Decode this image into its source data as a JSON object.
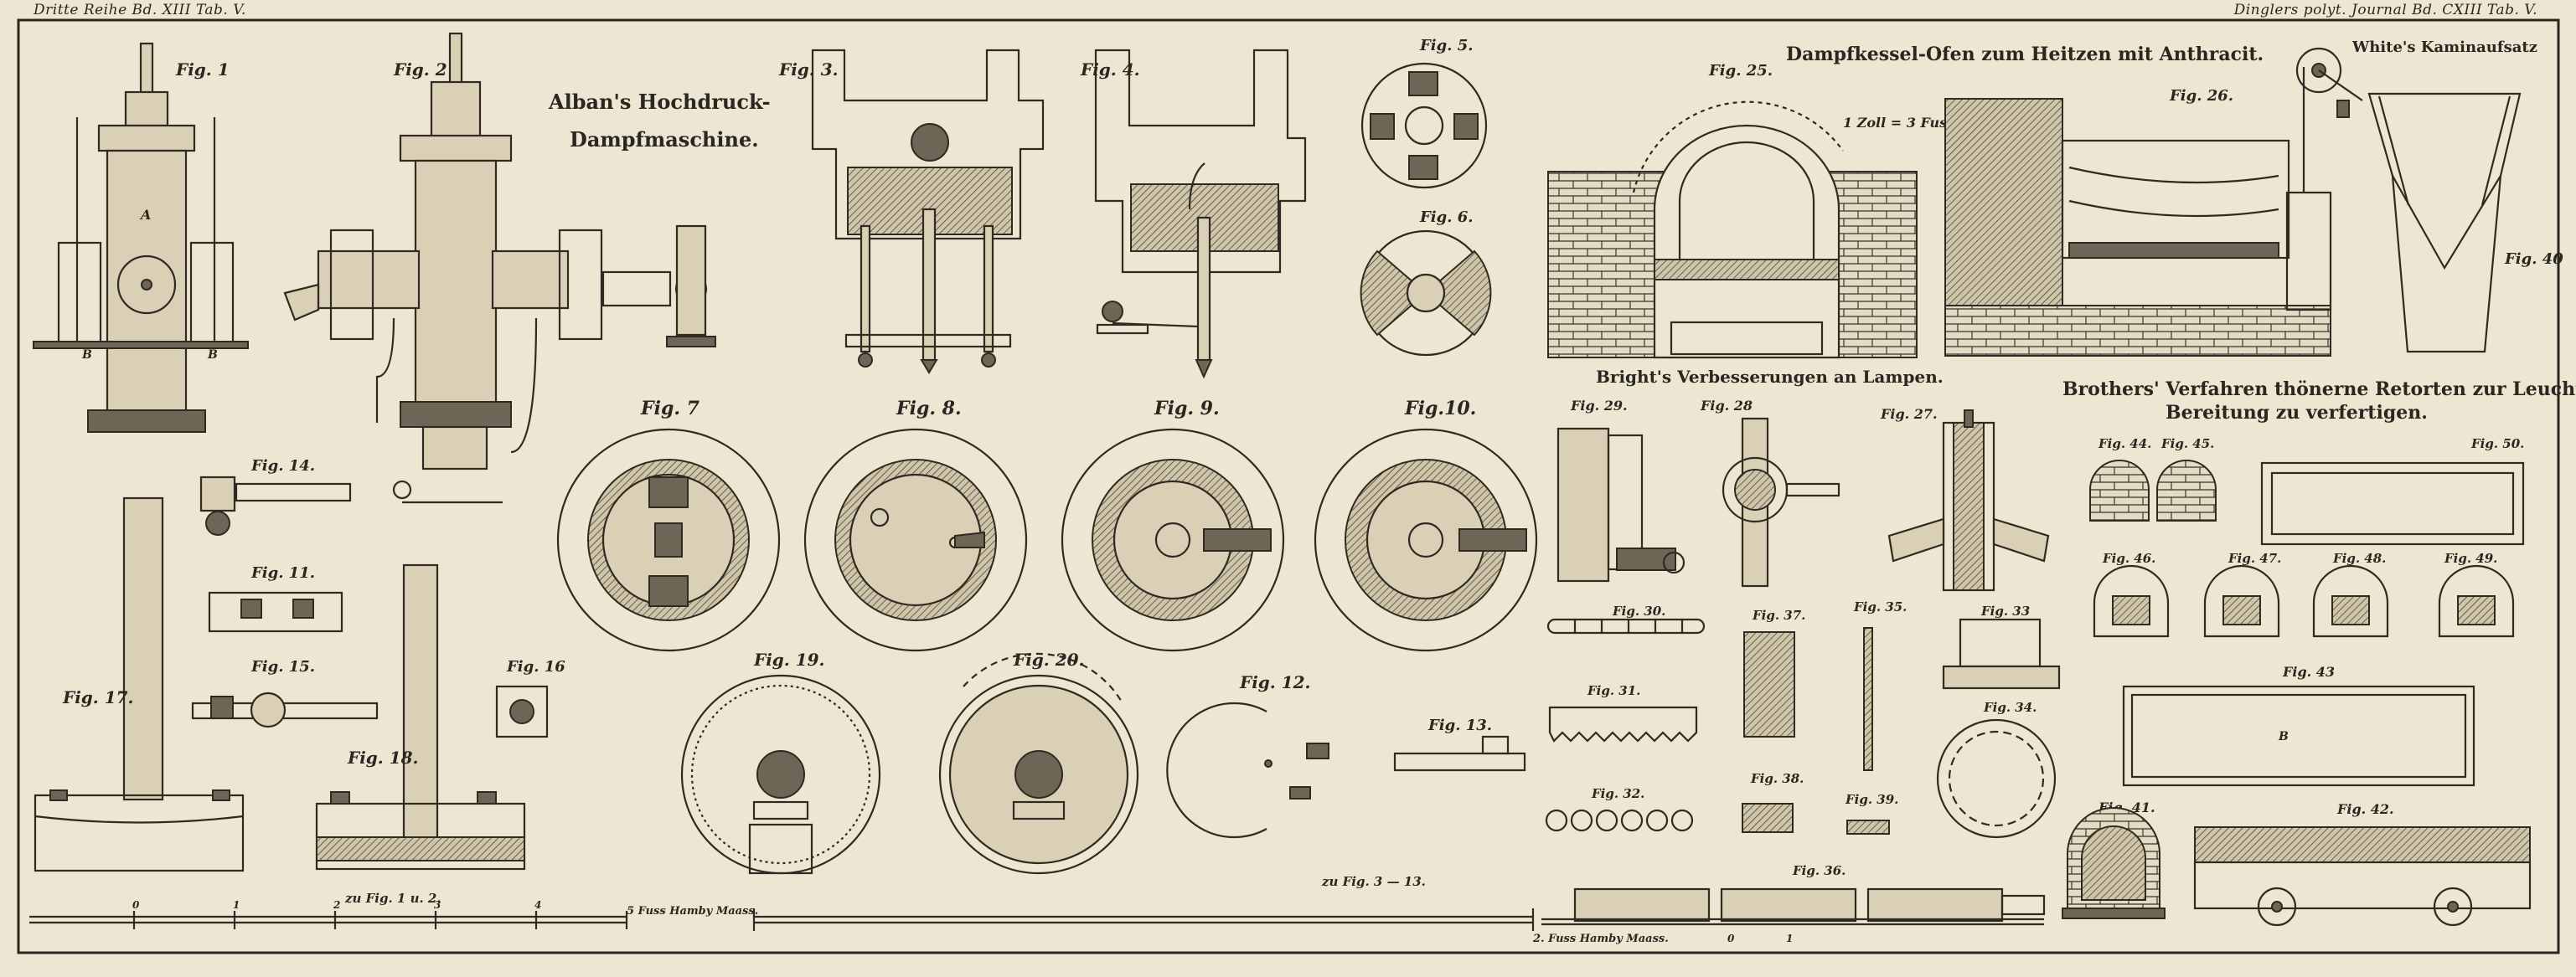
{
  "header": {
    "left": "Dritte Reihe Bd. XIII Tab. V.",
    "right": "Dinglers polyt. Journal Bd. CXIII Tab. V."
  },
  "titles": {
    "alban": [
      "Alban's Hochdruck-",
      "Dampfmaschine."
    ],
    "dampfkessel": "Dampfkessel-Ofen zum Heitzen mit Anthracit.",
    "scale_zoll": "1 Zoll = 3 Fuss",
    "white": "White's Kaminaufsatz",
    "bright": "Bright's Verbesserungen an Lampen.",
    "brothers": [
      "Brothers' Verfahren thönerne Retorten zur Leuchtgas-",
      "Bereitung zu verfertigen."
    ]
  },
  "figure_labels": {
    "fig1": "Fig. 1",
    "fig2": "Fig. 2",
    "fig3": "Fig. 3.",
    "fig4": "Fig. 4.",
    "fig5": "Fig. 5.",
    "fig6": "Fig. 6.",
    "fig7": "Fig. 7",
    "fig8": "Fig. 8.",
    "fig9": "Fig. 9.",
    "fig10": "Fig.10.",
    "fig11": "Fig. 11.",
    "fig12": "Fig. 12.",
    "fig13": "Fig. 13.",
    "fig14": "Fig. 14.",
    "fig15": "Fig. 15.",
    "fig16": "Fig. 16",
    "fig17": "Fig. 17.",
    "fig18": "Fig. 18.",
    "fig19": "Fig. 19.",
    "fig20": "Fig. 20.",
    "fig25": "Fig. 25.",
    "fig26": "Fig. 26.",
    "fig27": "Fig. 27.",
    "fig28": "Fig. 28",
    "fig29": "Fig. 29.",
    "fig30": "Fig. 30.",
    "fig31": "Fig. 31.",
    "fig32": "Fig. 32.",
    "fig33": "Fig. 33",
    "fig34": "Fig. 34.",
    "fig35": "Fig. 35.",
    "fig36": "Fig. 36.",
    "fig37": "Fig. 37.",
    "fig38": "Fig. 38.",
    "fig39": "Fig. 39.",
    "fig40": "Fig. 40",
    "fig41": "Fig. 41.",
    "fig42": "Fig. 42.",
    "fig43": "Fig. 43",
    "fig44": "Fig. 44.",
    "fig45": "Fig. 45.",
    "fig46": "Fig. 46.",
    "fig47": "Fig. 47.",
    "fig48": "Fig. 48.",
    "fig49": "Fig. 49.",
    "fig50": "Fig. 50."
  },
  "scales": {
    "fig1_2_ref": "zu Fig. 1 u. 2.",
    "fig1_2_unit": "5 Fuss Hamby Maass.",
    "fig3_13_ref": "zu Fig. 3 — 13.",
    "fig36_unit": "2. Fuss Hamby Maass.",
    "ticks_left": [
      "0",
      "1",
      "2",
      "3",
      "4"
    ],
    "ticks_right": [
      "1",
      "0"
    ]
  }
}
